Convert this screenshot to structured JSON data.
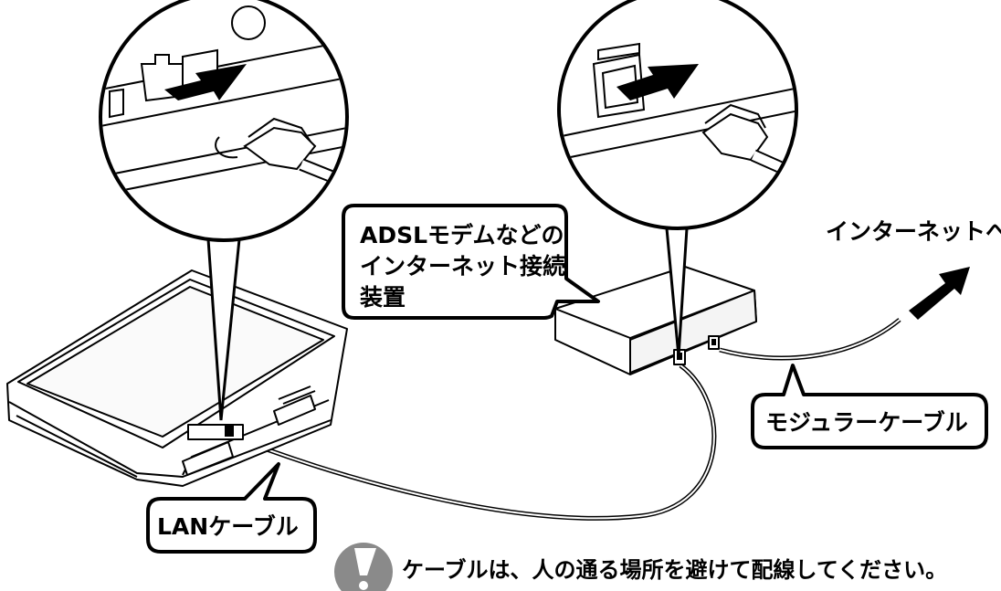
{
  "labels": {
    "adsl_device_line1": "ADSLモデムなどの",
    "adsl_device_line2": "インターネット接続",
    "adsl_device_line3": "装置",
    "internet": "インターネットへ",
    "modular_cable": "モジュラーケーブル",
    "lan_cable": "LANケーブル",
    "note": "ケーブルは、人の通る場所を避けて配線してください。"
  },
  "icons": {
    "note_icon": "caution-icon"
  }
}
